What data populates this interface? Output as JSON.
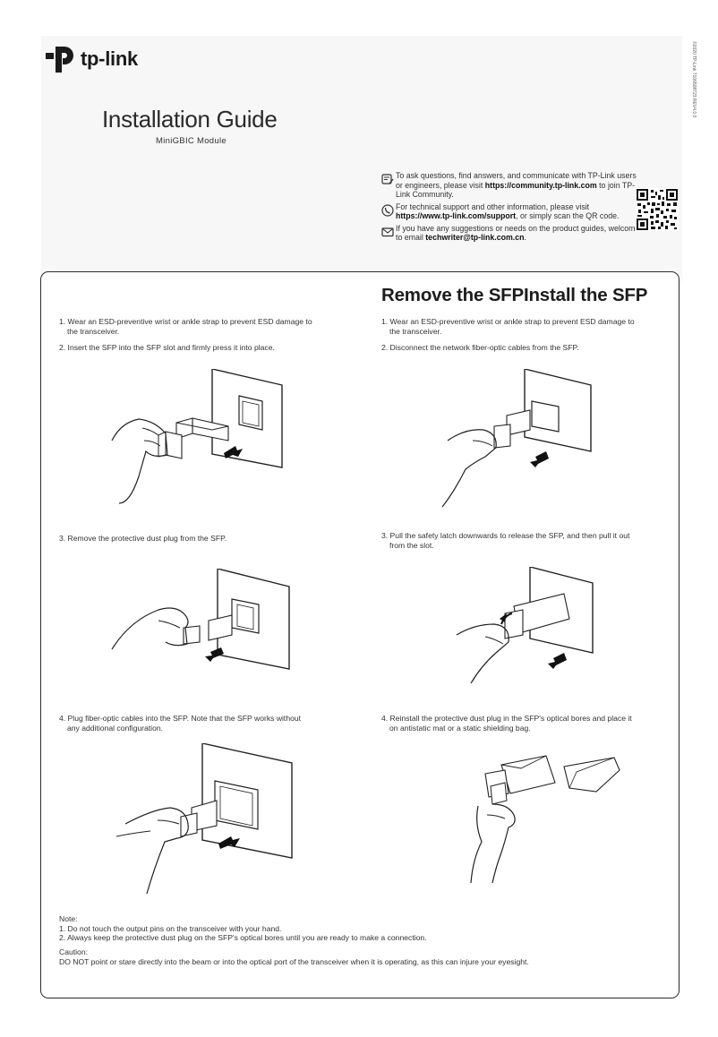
{
  "brand": {
    "name": "tp-link"
  },
  "side_code": "©2020 TP-Link  7106508723  REV4.0.0",
  "header": {
    "title": "Installation Guide",
    "subtitle": "MiniGBIC Module"
  },
  "support": {
    "community_pre": "To ask questions, find answers, and communicate with TP-Link users or engineers, please visit ",
    "community_url": "https://community.tp-link.com",
    "community_post": " to join TP-Link Community.",
    "support_pre": "For technical support and other information, please visit ",
    "support_url": "https://www.tp-link.com/support",
    "support_post": ", or simply scan the QR code.",
    "email_pre": "If you have any suggestions or needs on the product guides, welcome to email ",
    "email_addr": "techwriter@tp-link.com.cn",
    "email_post": "."
  },
  "section_title": "Remove the SFPInstall the SFP",
  "left_steps": [
    "1. Wear an ESD-preventive wrist or ankle strap to prevent ESD damage to",
    "the transceiver.",
    "2. Insert the SFP into the SFP slot and firmly press it into place.",
    "3. Remove the protective dust plug from the SFP.",
    "4. Plug fiber-optic cables into the SFP. Note that the SFP works without",
    "any additional configuration."
  ],
  "right_steps": [
    "1. Wear an ESD-preventive wrist or ankle strap to prevent ESD damage to",
    "the transceiver.",
    "2. Disconnect the network fiber-optic cables from the SFP.",
    "3. Pull the safety latch downwards to release the SFP, and then pull it out",
    "from the slot.",
    "4. Reinstall the protective dust plug in the SFP's optical bores and place it",
    "on antistatic mat or a static shielding bag."
  ],
  "note": {
    "heading": "Note:",
    "line1": "1. Do not touch the output pins on the transceiver with your hand.",
    "line2": "2. Always keep the protective dust plug on the SFP's optical bores until you are ready to make a connection."
  },
  "caution": {
    "heading": "Caution:",
    "text": "DO NOT point or stare directly into the beam or into the optical port of the transceiver when it is operating, as this can injure your eyesight."
  }
}
